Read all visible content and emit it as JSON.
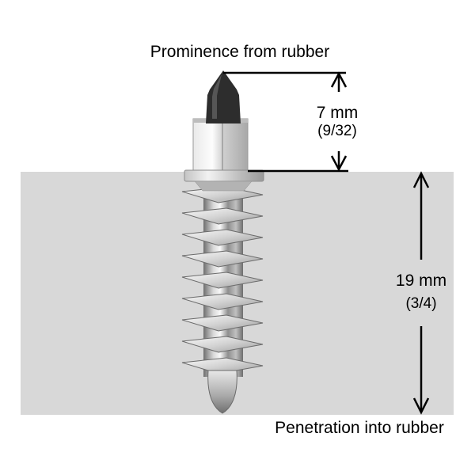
{
  "labels": {
    "prominence": "Prominence from rubber",
    "penetration": "Penetration into rubber"
  },
  "dimensions": {
    "prominence": {
      "value": "7 mm",
      "fraction": "(9/32)"
    },
    "penetration": {
      "value": "19 mm",
      "fraction": "(3/4)"
    }
  },
  "colors": {
    "background": "#ffffff",
    "rubber": "#d8d8d8",
    "annotation": "#000000",
    "stud_tip": "#2d2d2d"
  }
}
